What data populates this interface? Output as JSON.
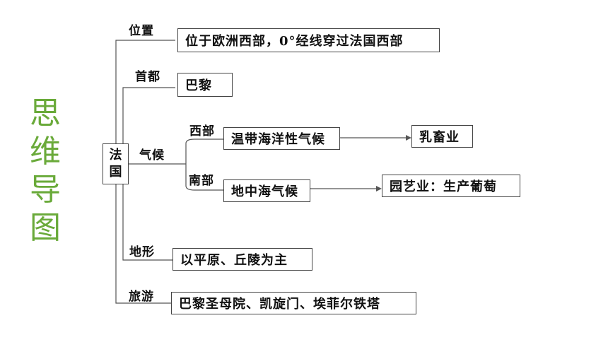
{
  "side_title": [
    "思",
    "维",
    "导",
    "图"
  ],
  "root": {
    "line1": "法",
    "line2": "国"
  },
  "branches": {
    "position": {
      "label": "位置",
      "content": "位于欧洲西部，0°经线穿过法国西部"
    },
    "capital": {
      "label": "首都",
      "content": "巴黎"
    },
    "climate": {
      "label": "气候",
      "west": {
        "label": "西部",
        "climate": "温带海洋性气候",
        "result": "乳畜业"
      },
      "south": {
        "label": "南部",
        "climate": "地中海气候",
        "result": "园艺业：生产葡萄"
      }
    },
    "terrain": {
      "label": "地形",
      "content": "以平原、丘陵为主"
    },
    "tourism": {
      "label": "旅游",
      "content": "巴黎圣母院、凯旋门、埃菲尔铁塔"
    }
  },
  "colors": {
    "title": "#6aaa3a",
    "lines": "#555555"
  }
}
